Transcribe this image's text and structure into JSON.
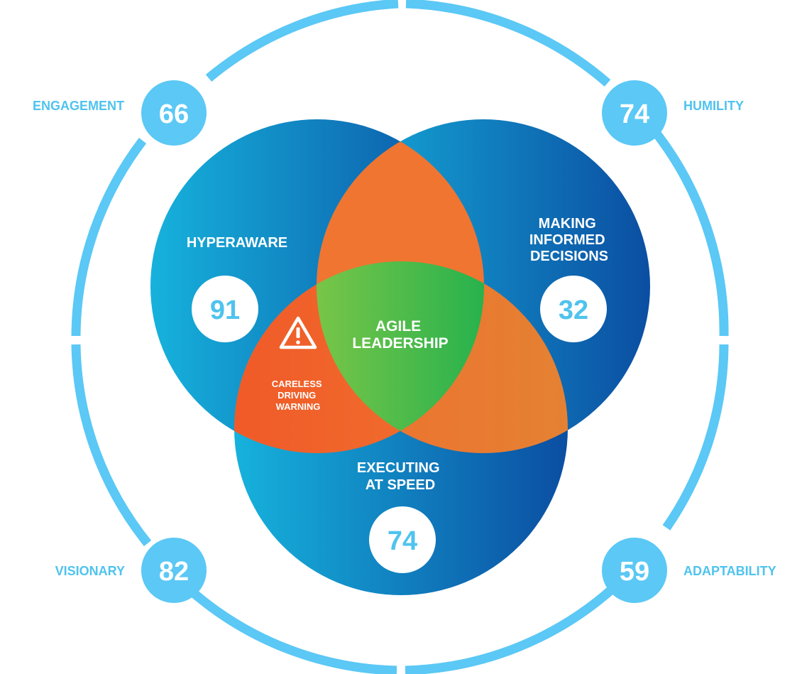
{
  "colors": {
    "ring": "#5bc8f5",
    "node_fill": "#5bc8f5",
    "node_text": "#ffffff",
    "outer_label": "#4fc3ee",
    "circle_light": "#16b2dc",
    "circle_dark": "#0b4ea2",
    "overlap_orange": "#f07530",
    "warning_red": "#f05a28",
    "center_green_light": "#9fcf45",
    "center_green_dark": "#00a850",
    "score_text": "#4fc3ee",
    "white": "#ffffff"
  },
  "outer_nodes": [
    {
      "id": "engagement",
      "label": "ENGAGEMENT",
      "value": "66"
    },
    {
      "id": "humility",
      "label": "HUMILITY",
      "value": "74"
    },
    {
      "id": "visionary",
      "label": "VISIONARY",
      "value": "82"
    },
    {
      "id": "adaptability",
      "label": "ADAPTABILITY",
      "value": "59"
    }
  ],
  "circles": {
    "hyperaware": {
      "label": "HYPERAWARE",
      "value": "91"
    },
    "informed": {
      "label_lines": [
        "MAKING",
        "INFORMED",
        "DECISIONS"
      ],
      "value": "32"
    },
    "executing": {
      "label_lines": [
        "EXECUTING",
        "AT SPEED"
      ],
      "value": "74"
    }
  },
  "center": {
    "label_lines": [
      "AGILE",
      "LEADERSHIP"
    ]
  },
  "warning": {
    "icon": "warning-triangle-icon",
    "label_lines": [
      "CARELESS",
      "DRIVING",
      "WARNING"
    ]
  }
}
